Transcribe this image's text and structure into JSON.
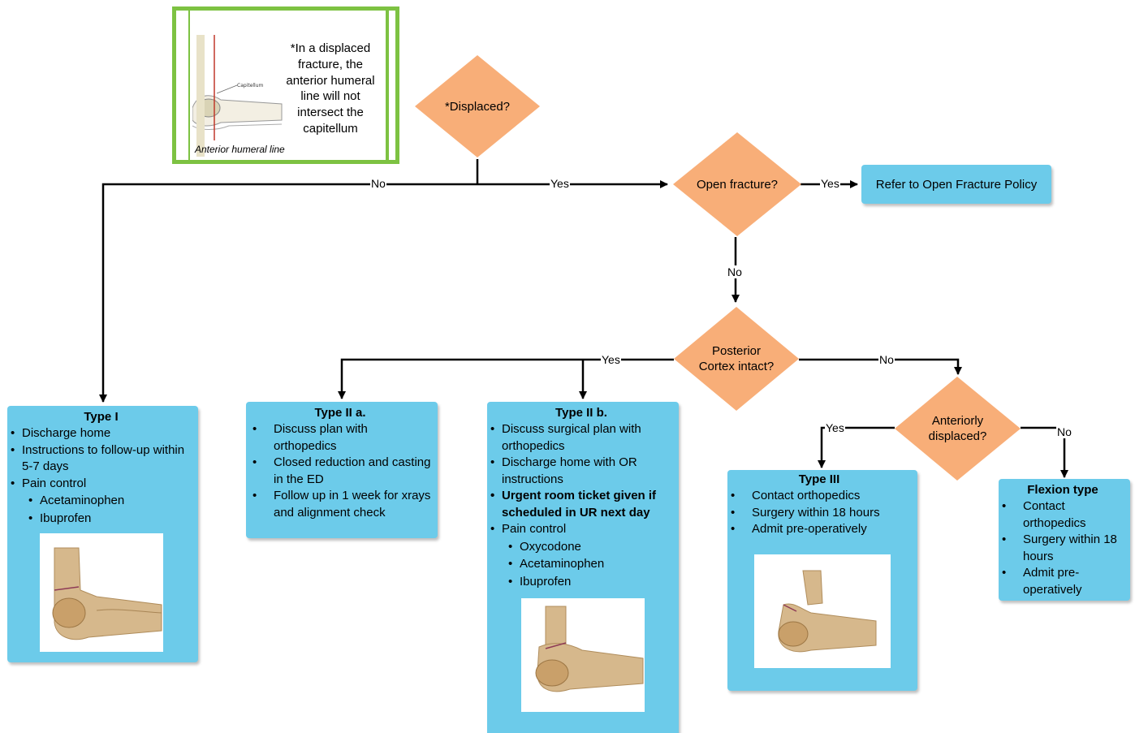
{
  "note": {
    "text": "*In a displaced fracture, the anterior humeral line will not intersect the capitellum",
    "caption": "Anterior humeral line",
    "figure_label": "Capitellum"
  },
  "decisions": {
    "displaced": "*Displaced?",
    "open_fracture": "Open fracture?",
    "posterior_cortex": "Posterior Cortex intact?",
    "anteriorly_displaced": "Anteriorly displaced?"
  },
  "edge_labels": {
    "displaced_no": "No",
    "displaced_yes": "Yes",
    "open_yes": "Yes",
    "open_no": "No",
    "cortex_yes": "Yes",
    "cortex_no": "No",
    "anterior_yes": "Yes",
    "anterior_no": "No"
  },
  "refer": {
    "label": "Refer to Open Fracture Policy"
  },
  "type1": {
    "title": "Type I",
    "items": [
      "Discharge home",
      "Instructions to follow-up within 5-7 days",
      "Pain control"
    ],
    "sub_items": [
      "Acetaminophen",
      "Ibuprofen"
    ]
  },
  "type2a": {
    "title": "Type II a.",
    "items": [
      "Discuss plan with orthopedics",
      "Closed reduction and casting in the ED",
      "Follow up in 1 week for xrays and alignment check"
    ]
  },
  "type2b": {
    "title": "Type II b.",
    "items": [
      "Discuss surgical plan with orthopedics",
      "Discharge home with OR instructions",
      "Urgent room ticket given if scheduled in UR next day",
      "Pain control"
    ],
    "sub_items": [
      "Oxycodone",
      "Acetaminophen",
      "Ibuprofen"
    ]
  },
  "type3": {
    "title": "Type III",
    "items": [
      "Contact orthopedics",
      "Surgery within 18 hours",
      "Admit pre-operatively"
    ]
  },
  "flexion": {
    "title": "Flexion type",
    "items": [
      "Contact orthopedics",
      "Surgery within 18 hours",
      "Admit pre-operatively"
    ]
  },
  "colors": {
    "diamond_fill": "#f8ae78",
    "box_fill": "#6ccbea",
    "note_border": "#7dc242",
    "line": "#000000"
  }
}
